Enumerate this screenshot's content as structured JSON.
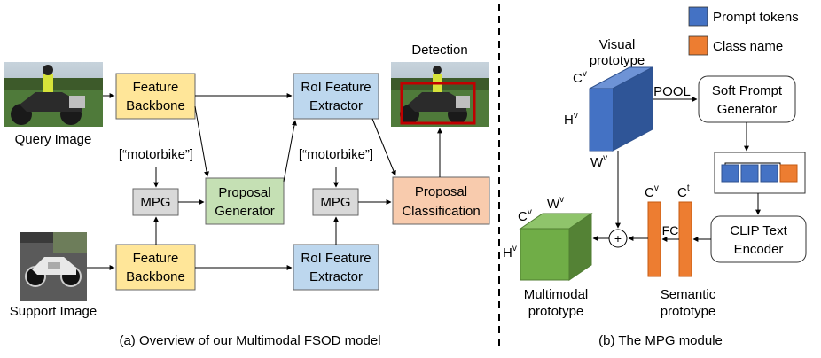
{
  "left_panel": {
    "query_label": "Query Image",
    "support_label": "Support Image",
    "detection_label": "Detection",
    "feature_backbone_top": [
      "Feature",
      "Backbone"
    ],
    "feature_backbone_bottom": [
      "Feature",
      "Backbone"
    ],
    "roi_extractor_top": [
      "RoI Feature",
      "Extractor"
    ],
    "roi_extractor_bottom": [
      "RoI Feature",
      "Extractor"
    ],
    "proposal_generator": [
      "Proposal",
      "Generator"
    ],
    "proposal_classification": [
      "Proposal",
      "Classification"
    ],
    "mpg_label": "MPG",
    "motorbike_text": "[“motorbike”]",
    "caption": "(a) Overview of our Multimodal FSOD model"
  },
  "right_panel": {
    "legend": [
      {
        "label": "Prompt tokens",
        "color": "#4472C4"
      },
      {
        "label": "Class name",
        "color": "#ED7D31"
      }
    ],
    "visual_prototype": [
      "Visual",
      "prototype"
    ],
    "pool_label": "POOL",
    "soft_prompt_generator": [
      "Soft Prompt",
      "Generator"
    ],
    "clip_text_encoder": [
      "CLIP Text",
      "Encoder"
    ],
    "fc_label": "FC",
    "plus_symbol": "+",
    "cube_c": "C",
    "cube_h": "H",
    "cube_w": "W",
    "sup_v": "v",
    "sup_t": "t",
    "multimodal_prototype": [
      "Multimodal",
      "prototype"
    ],
    "semantic_prototype": [
      "Semantic",
      "prototype"
    ],
    "caption": "(b) The MPG module"
  },
  "colors": {
    "feature_backbone": "#FFE699",
    "roi_extractor": "#BDD7EE",
    "proposal_generator": "#C5E0B4",
    "proposal_classification": "#F8CBAD",
    "mpg": "#D9D9D9",
    "prompt_token": "#4472C4",
    "class_name": "#ED7D31",
    "visual_cube": "#4472C4",
    "multimodal_cube": "#70AD47",
    "detection_box": "#C00000"
  }
}
